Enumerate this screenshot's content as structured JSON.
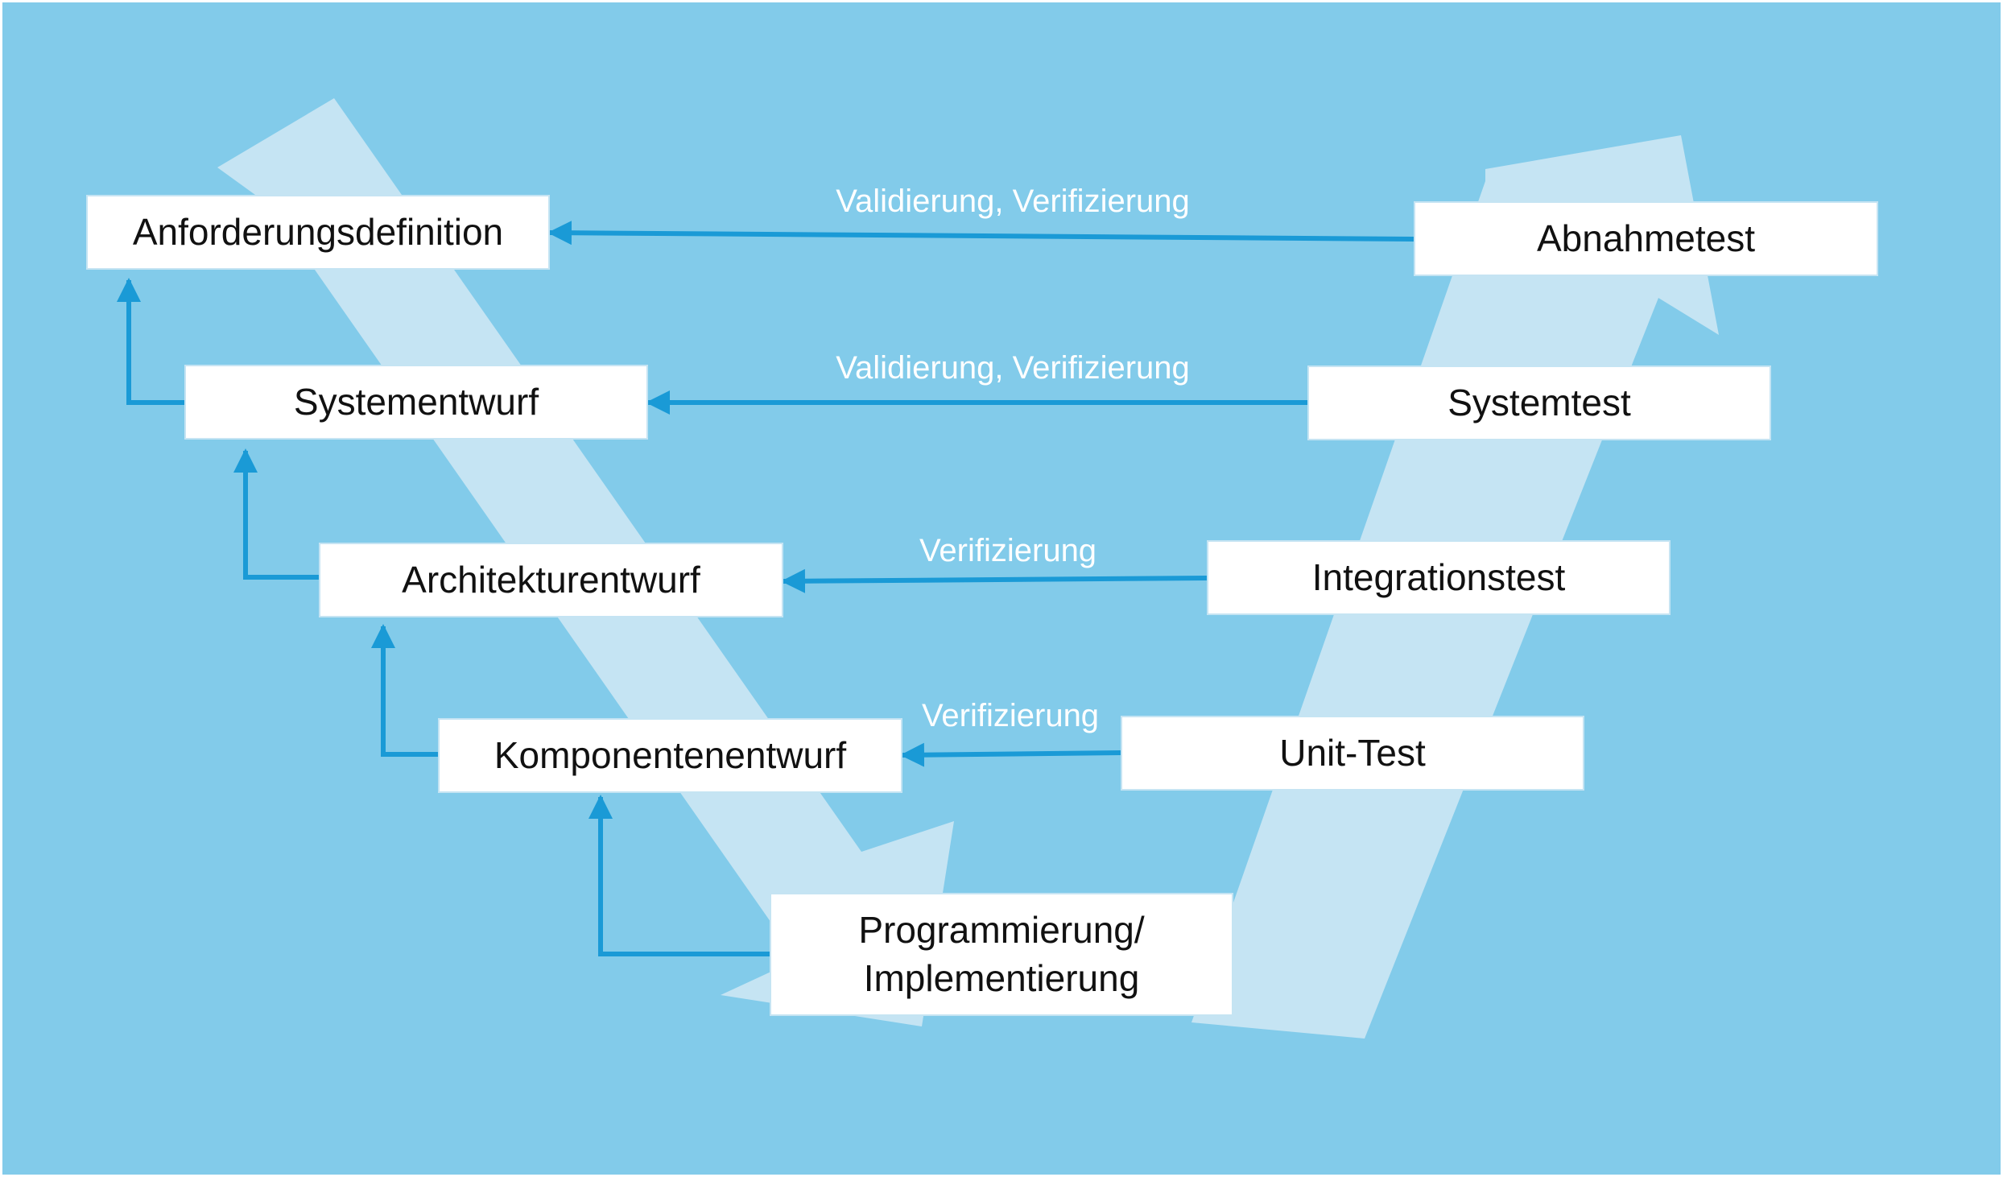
{
  "colors": {
    "background": "#82cbea",
    "big_arrow": "#c5e4f3",
    "connector": "#1a9ad6",
    "box": "#ffffff",
    "label": "#ffffff"
  },
  "design_phases": [
    "Anforderungsdefinition",
    "Systementwurf",
    "Architekturentwurf",
    "Komponentenentwurf"
  ],
  "implementation": {
    "line1": "Programmierung/",
    "line2": "Implementierung"
  },
  "test_phases": [
    "Abnahmetest",
    "Systemtest",
    "Integrationstest",
    "Unit-Test"
  ],
  "relations": [
    "Validierung, Verifizierung",
    "Validierung, Verifizierung",
    "Verifizierung",
    "Verifizierung"
  ]
}
